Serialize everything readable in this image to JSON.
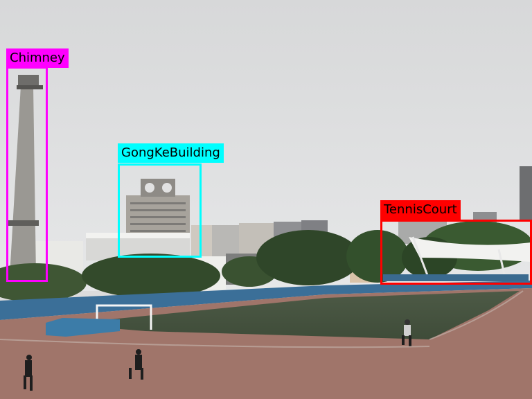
{
  "annotations": [
    {
      "label": "Chimney",
      "color": "#ff00ff"
    },
    {
      "label": "GongKeBuilding",
      "color": "#00ffff"
    },
    {
      "label": "TennisCourt",
      "color": "#ff0000"
    }
  ]
}
